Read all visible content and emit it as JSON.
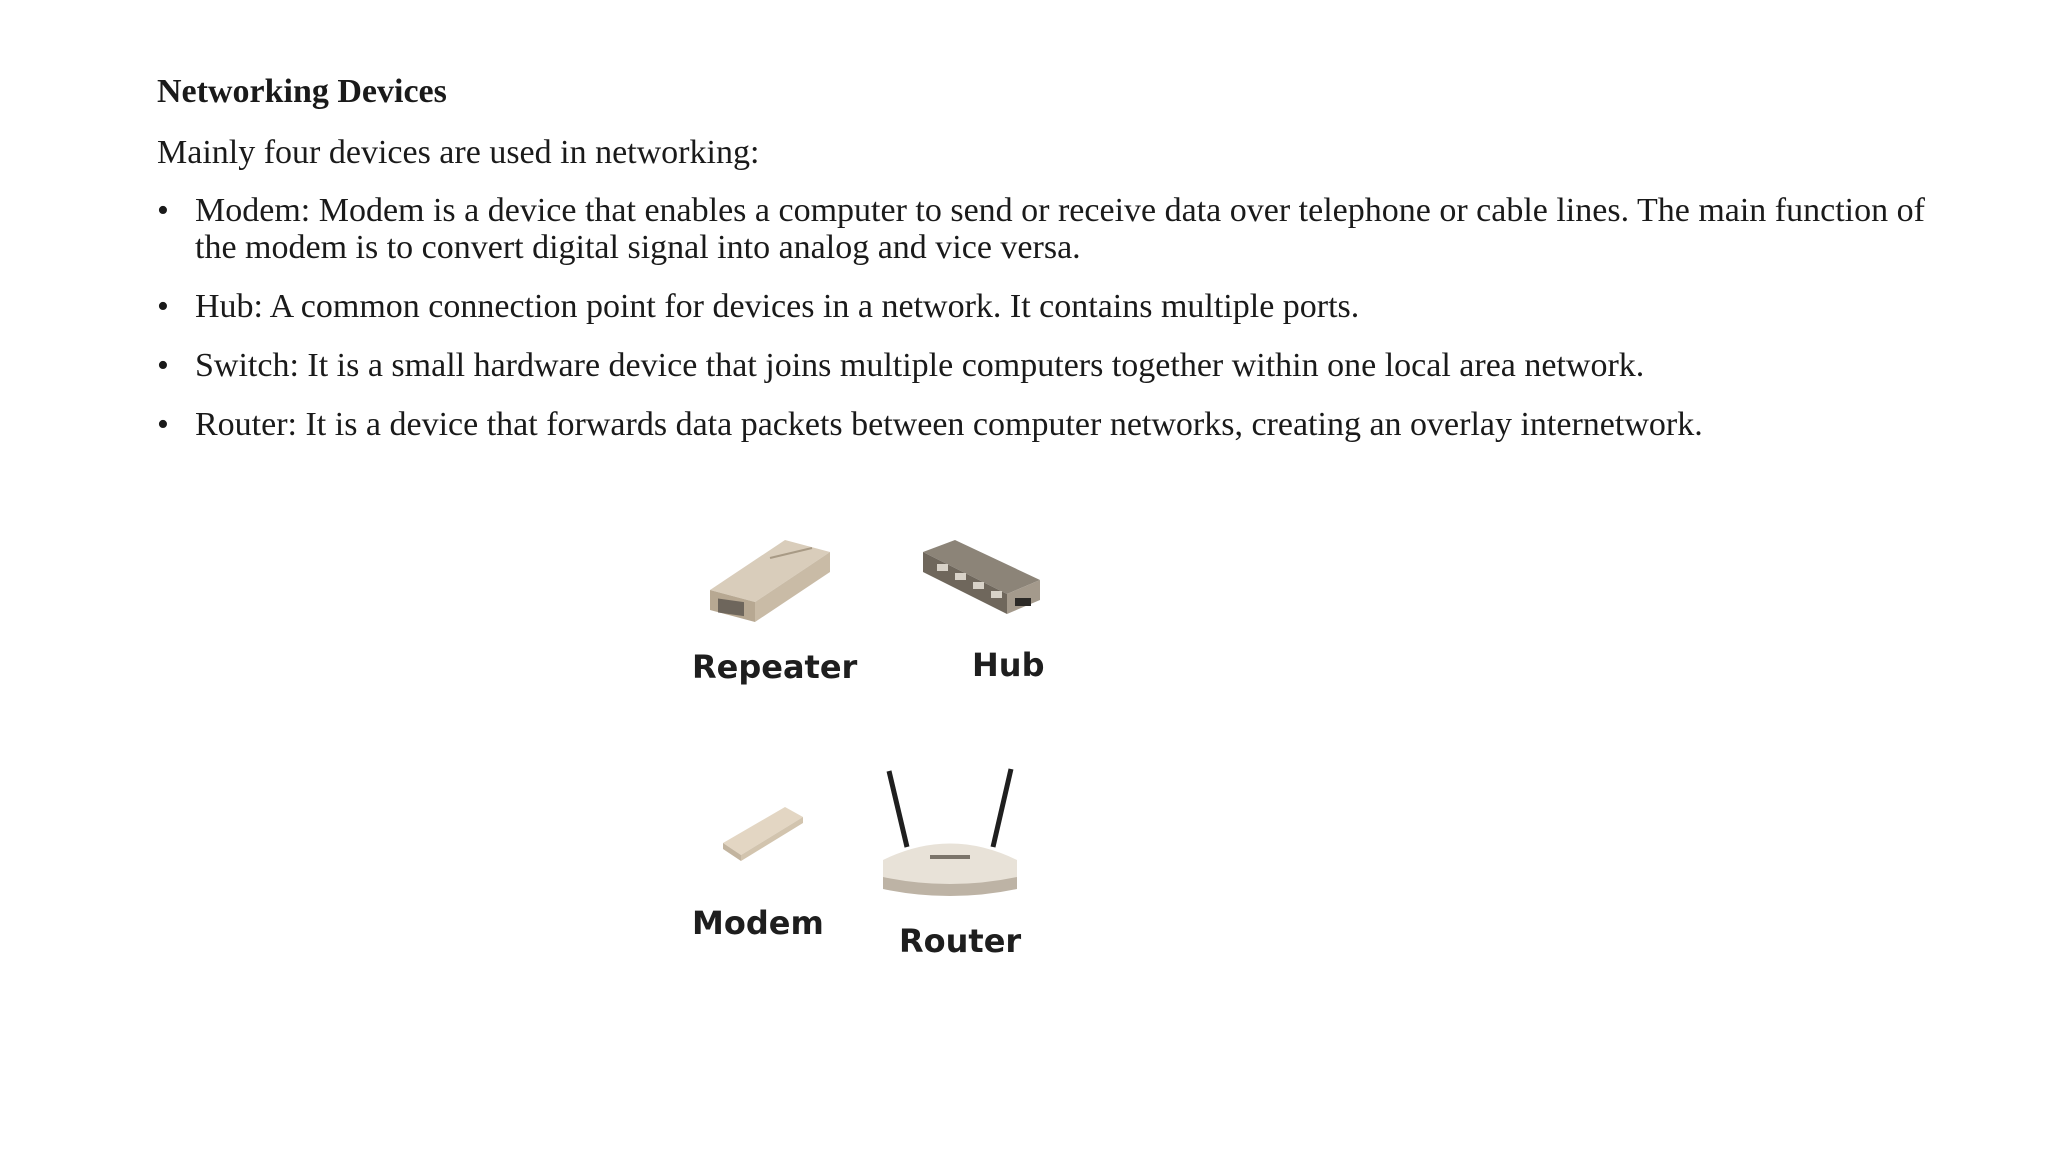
{
  "document": {
    "title": "Networking Devices",
    "intro": "Mainly four devices are used in networking:",
    "bullet_glyph": "•",
    "bullets": [
      "Modem: Modem is a device that enables a computer to send or receive data over telephone or cable lines. The main function of the modem is to convert digital signal into analog and vice versa.",
      "Hub: A common connection point for devices in a network. It contains multiple ports.",
      "Switch: It is a small hardware device that joins multiple computers together within one local area network.",
      "Router: It is a device that forwards data packets between computer networks, creating an overlay internetwork."
    ]
  },
  "figure": {
    "labels": {
      "repeater": "Repeater",
      "hub": "Hub",
      "modem": "Modem",
      "router": "Router"
    },
    "icons": [
      "repeater-icon",
      "hub-icon",
      "modem-icon",
      "router-icon"
    ]
  }
}
